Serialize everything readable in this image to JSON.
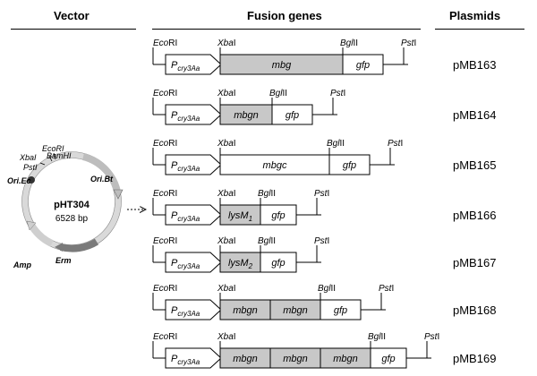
{
  "headers": {
    "vector": "Vector",
    "fusion": "Fusion genes",
    "plasmids": "Plasmids"
  },
  "vector_map": {
    "name": "pHT304",
    "size": "6528 bp",
    "sites": [
      "EcoRI",
      "BamHI",
      "XbaI",
      "PstI"
    ],
    "features": [
      "Ori.Ec",
      "Ori.Bt",
      "Amp",
      "Erm"
    ]
  },
  "sites": {
    "EcoRI": {
      "italic": "Eco",
      "roman": "RI"
    },
    "XbaI": {
      "italic": "Xba",
      "roman": "I"
    },
    "BglII": {
      "italic": "Bgl",
      "roman": "II"
    },
    "PstI": {
      "italic": "Pst",
      "roman": "I"
    }
  },
  "promoter": {
    "label": "P",
    "subscript": "cry3Aa"
  },
  "rows": [
    {
      "plasmid": "pMB163",
      "segments": [
        {
          "text": "mbg",
          "fill": "#c8c8c8"
        },
        {
          "text": "gfp",
          "fill": "#ffffff"
        }
      ]
    },
    {
      "plasmid": "pMB164",
      "segments": [
        {
          "text": "mbgn",
          "fill": "#c8c8c8"
        },
        {
          "text": "gfp",
          "fill": "#ffffff"
        }
      ]
    },
    {
      "plasmid": "pMB165",
      "segments": [
        {
          "text": "mbgc",
          "fill": "#ffffff"
        },
        {
          "text": "gfp",
          "fill": "#ffffff"
        }
      ]
    },
    {
      "plasmid": "pMB166",
      "segments": [
        {
          "text": "lysM",
          "sub": "1",
          "fill": "#c8c8c8"
        },
        {
          "text": "gfp",
          "fill": "#ffffff"
        }
      ]
    },
    {
      "plasmid": "pMB167",
      "segments": [
        {
          "text": "lysM",
          "sub": "2",
          "fill": "#c8c8c8"
        },
        {
          "text": "gfp",
          "fill": "#ffffff"
        }
      ]
    },
    {
      "plasmid": "pMB168",
      "segments": [
        {
          "text": "mbgn",
          "fill": "#c8c8c8"
        },
        {
          "text": "mbgn",
          "fill": "#c8c8c8"
        },
        {
          "text": "gfp",
          "fill": "#ffffff"
        }
      ]
    },
    {
      "plasmid": "pMB169",
      "segments": [
        {
          "text": "mbgn",
          "fill": "#c8c8c8"
        },
        {
          "text": "mbgn",
          "fill": "#c8c8c8"
        },
        {
          "text": "mbgn",
          "fill": "#c8c8c8"
        },
        {
          "text": "gfp",
          "fill": "#ffffff"
        }
      ]
    }
  ]
}
